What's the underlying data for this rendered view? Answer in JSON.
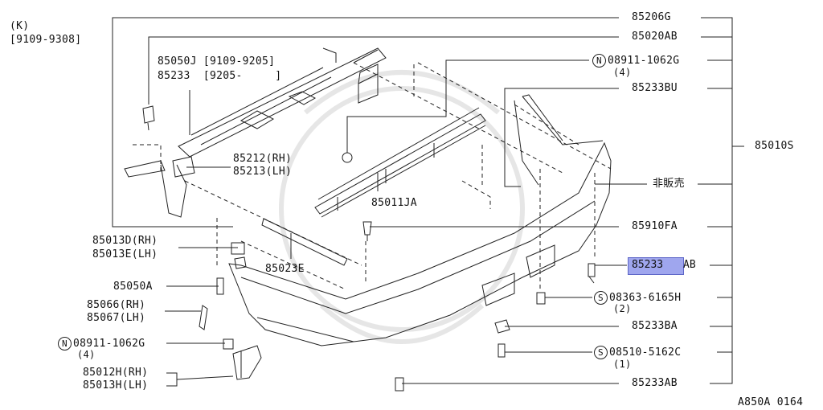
{
  "header": {
    "model": "(K)",
    "dates": "[9109-9308]"
  },
  "footer": {
    "diagram_code": "A850A 0164"
  },
  "highlight": {
    "part_code": "85233",
    "suffix": "AB",
    "color": "#9fa6ee"
  },
  "right_labels": {
    "p85206G": "85206G",
    "p85020AB": "85020AB",
    "p08911_top_symbol": "N",
    "p08911_top": "08911-1062G",
    "p08911_top_qty": "(4)",
    "p85233BU": "85233BU",
    "p85010S": "85010S",
    "not_for_sale": "非販売",
    "p85910FA": "85910FA",
    "p08363_symbol": "S",
    "p08363": "08363-6165H",
    "p08363_qty": "(2)",
    "p85233BA": "85233BA",
    "p08510_symbol": "S",
    "p08510": "08510-5162C",
    "p08510_qty": "(1)",
    "p85233AB_bottom": "85233AB"
  },
  "inner_labels": {
    "p85050J": "85050J [9109-9205]",
    "p85233": "85233  [9205-     ]",
    "p85212": "85212(RH)",
    "p85213": "85213(LH)",
    "p85011JA": "85011JA",
    "p85023E": "85023E"
  },
  "left_labels": {
    "p85013D": "85013D(RH)",
    "p85013E": "85013E(LH)",
    "p85050A": "85050A",
    "p85066": "85066(RH)",
    "p85067": "85067(LH)",
    "p08911_left_symbol": "N",
    "p08911_left": "08911-1062G",
    "p08911_left_qty": "(4)",
    "p85012H": "85012H(RH)",
    "p85013H": "85013H(LH)"
  }
}
